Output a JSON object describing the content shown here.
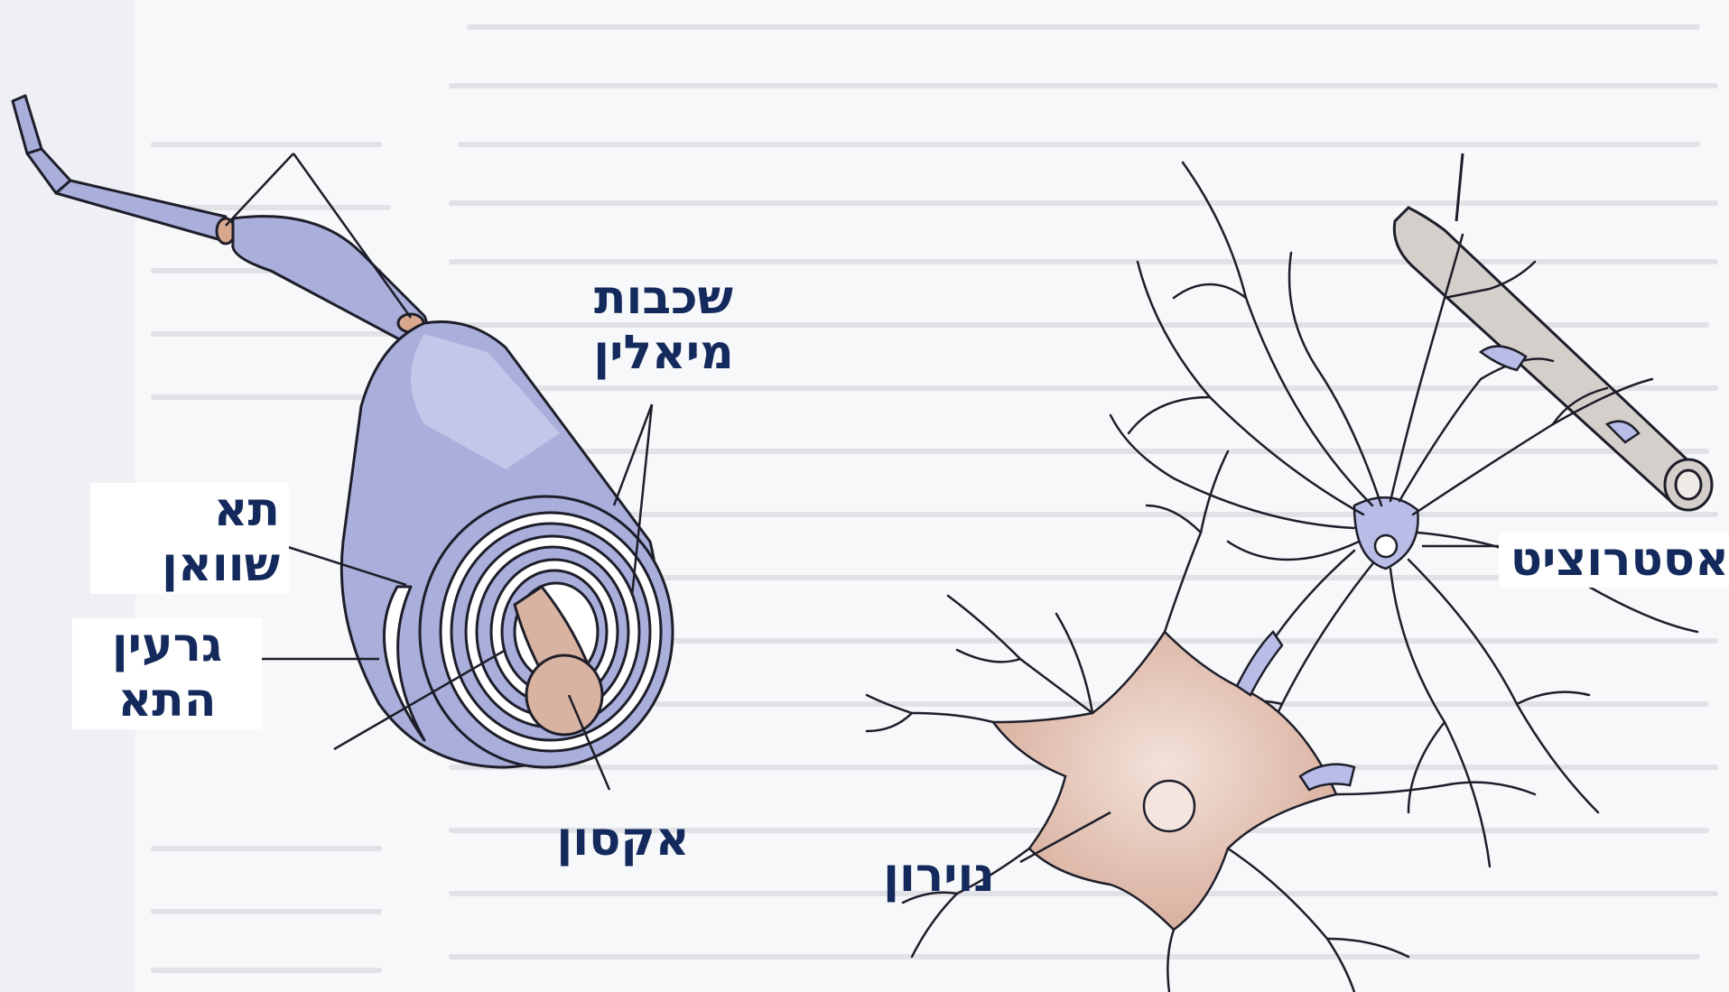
{
  "labels": {
    "myelin_layers": {
      "line1": "שכבות",
      "line2": "מיאלין"
    },
    "schwann_cell": {
      "line1": "תא",
      "line2": "שוואן"
    },
    "cell_nucleus": {
      "line1": "גרעין",
      "line2": "התא"
    },
    "axon": "אקסון",
    "neuron": "נוירון",
    "astrocyte": "אסטרוציט"
  },
  "colors": {
    "label_text": "#142a5c",
    "myelin_fill": "#a9aedb",
    "myelin_shade": "#c3c7ea",
    "axon_fill": "#d9b3a2",
    "neuron_fill": "#dcb4a4",
    "astrocyte_fill": "#b8bce6",
    "blood_vessel": "#d4cfca",
    "outline": "#1e1e2a"
  }
}
